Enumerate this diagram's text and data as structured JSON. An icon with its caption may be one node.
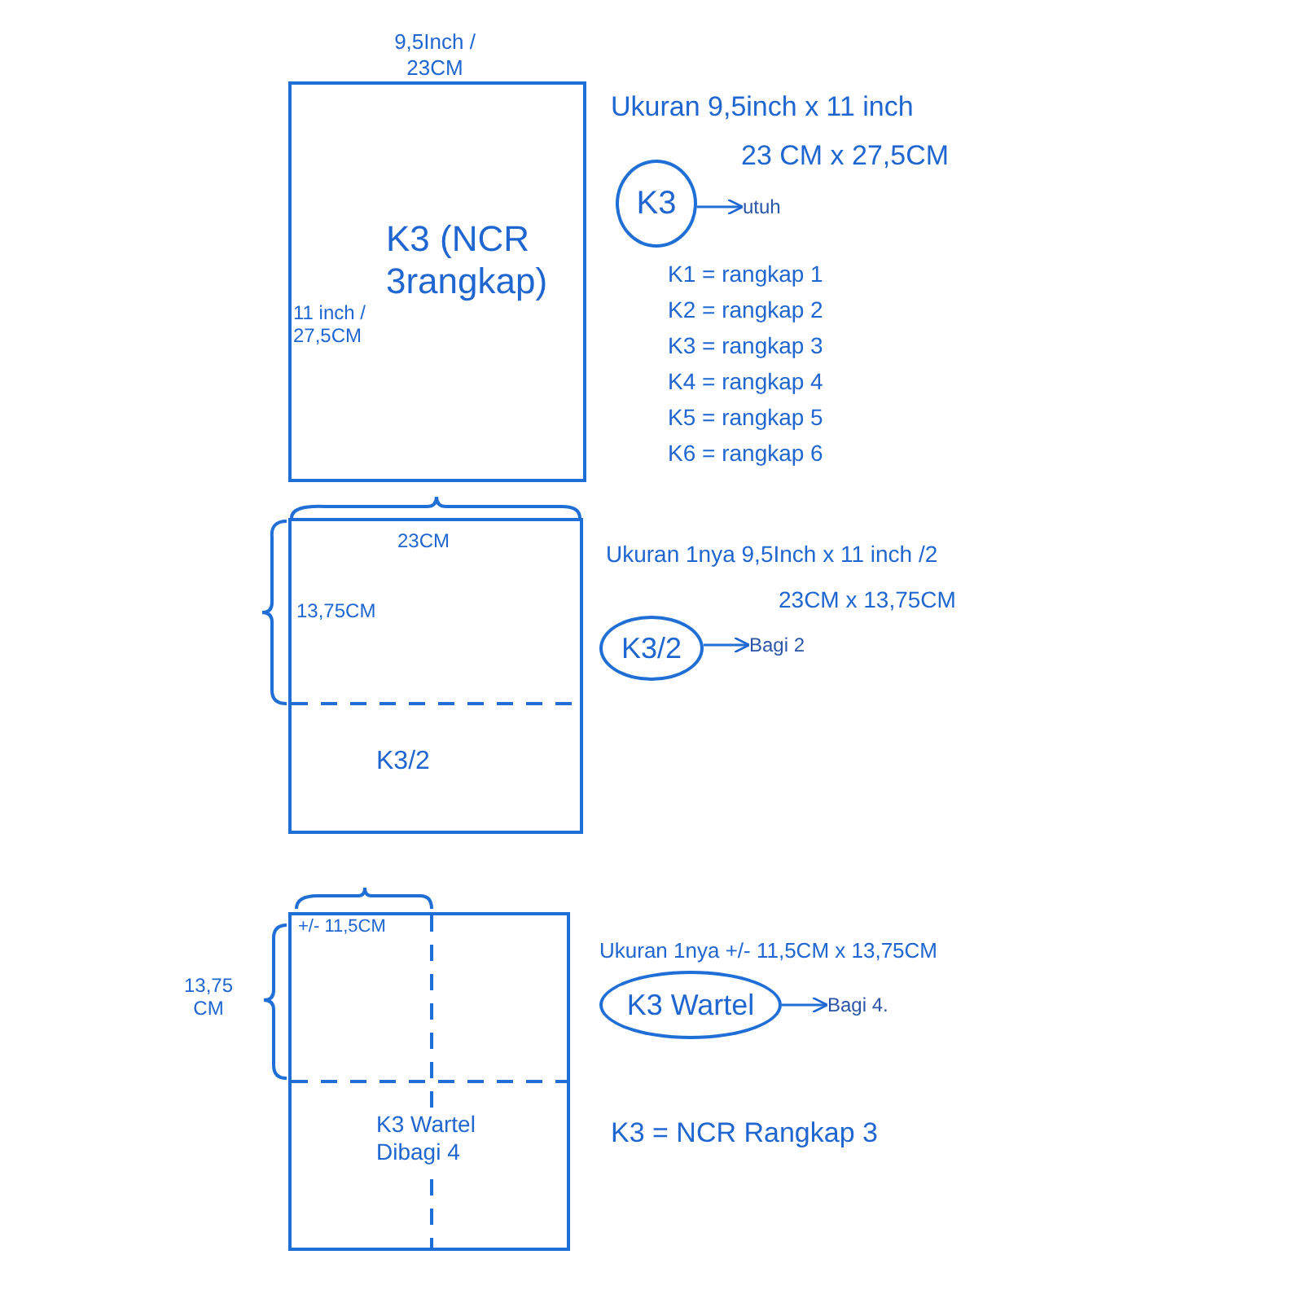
{
  "diagram": {
    "nodes": [
      {
        "text": [
          "K3 (NCR 3rangkap)"
        ]
      },
      {
        "text": [
          "K3"
        ]
      },
      {
        "text": [
          "utuh"
        ]
      },
      {
        "text": [
          "K3/2"
        ]
      },
      {
        "text": [
          "K3/2"
        ]
      },
      {
        "text": [
          "Bagi 2"
        ]
      },
      {
        "text": [
          "K3 Wartel Dibagi 4"
        ]
      },
      {
        "text": [
          "K3 Wartel"
        ]
      },
      {
        "text": [
          "Bagi 4."
        ]
      }
    ],
    "edges": [
      {
        "from": 1,
        "to": 2,
        "arrow": "to"
      },
      {
        "from": 4,
        "to": 5,
        "arrow": "to"
      },
      {
        "from": 7,
        "to": 8,
        "arrow": "to"
      }
    ],
    "labels": [
      "9,5Inch / 23CM",
      "Ukuran 9,5inch x 11 inch",
      "23 CM x 27,5CM",
      "11 inch / 27,5CM",
      "K1 = rangkap 1",
      "K2 = rangkap 2",
      "K3 = rangkap 3",
      "K4 = rangkap 4",
      "K5 = rangkap 5",
      "K6 = rangkap 6",
      "23CM",
      "Ukuran 1nya 9,5Inch x 11 inch /2",
      "23CM x 13,75CM",
      "13,75CM",
      "+/- 11,5CM",
      "Ukuran 1nya +/- 11,5CM x 13,75CM",
      "13,75 CM",
      "K3 = NCR Rangkap 3"
    ]
  }
}
